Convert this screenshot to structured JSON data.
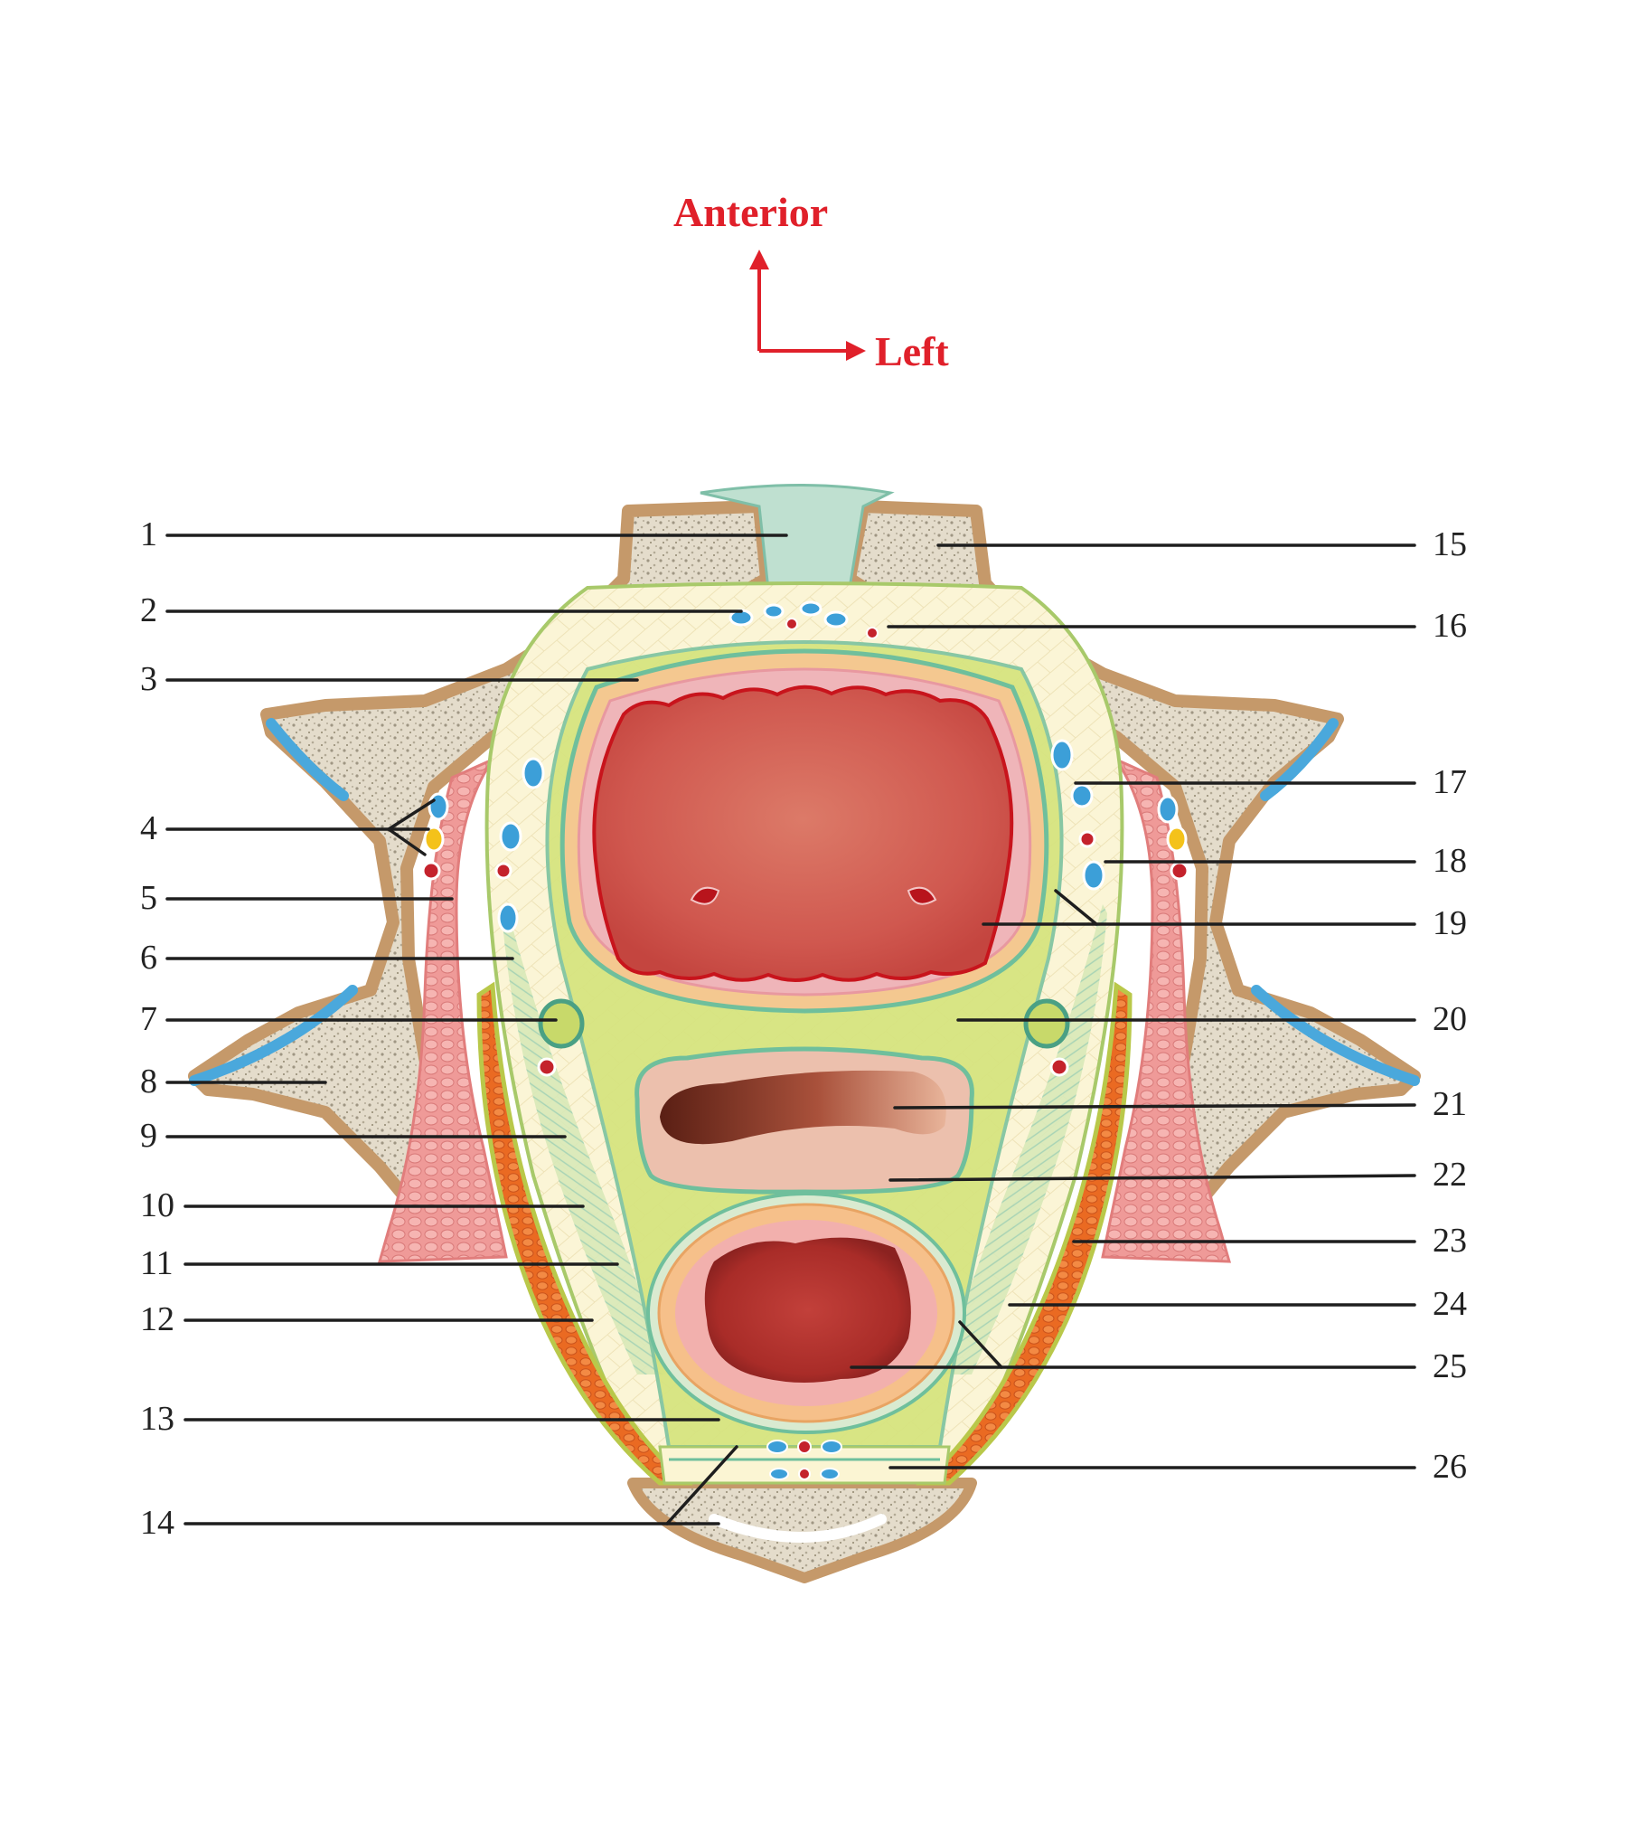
{
  "orientation": {
    "anterior_label": "Anterior",
    "left_label": "Left",
    "arrow_color": "#e0202a"
  },
  "labels_left": [
    "1",
    "2",
    "3",
    "4",
    "5",
    "6",
    "7",
    "8",
    "9",
    "10",
    "11",
    "12",
    "13",
    "14"
  ],
  "labels_right": [
    "15",
    "16",
    "17",
    "18",
    "19",
    "20",
    "21",
    "22",
    "23",
    "24",
    "25",
    "26"
  ],
  "colors": {
    "bone_cortex": "#c9a070",
    "bone_marrow": "#ddd3bf",
    "cartilage": "#4aa8dc",
    "muscle_pink": "#ef9c9c",
    "muscle_orange": "#ee7633",
    "fascia_green": "#d6e58a",
    "fat_yellow": "#fbf5d3",
    "bladder_lumen": "#d96a5e",
    "vein_blue": "#3c9fd8",
    "artery_red": "#c4222c",
    "nerve_yellow": "#f4c21a"
  }
}
